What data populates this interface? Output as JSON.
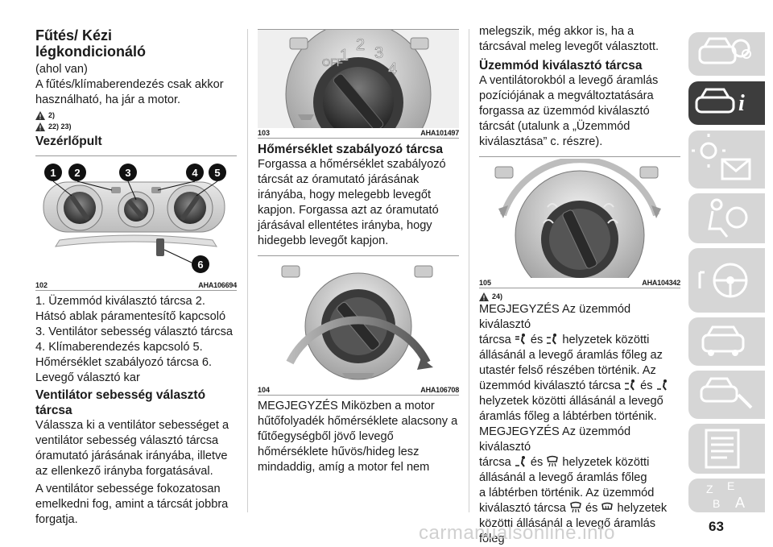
{
  "col1": {
    "title_line1": "Fűtés/ Kézi",
    "title_line2": "légkondicionáló",
    "p_ahol": "(ahol van)",
    "p_intro": "A fűtés/klímaberendezés csak akkor használható, ha jár a motor.",
    "note1": "2)",
    "note2": "22) 23)",
    "heading_vezerlo": "Vezérlőpult",
    "fig102": {
      "num": "102",
      "code": "AHA106694",
      "callouts": [
        "1",
        "2",
        "3",
        "4",
        "5",
        "6"
      ]
    },
    "legend": [
      "1. Üzemmód kiválasztó tárcsa 2.",
      "Hátsó ablak páramentesítő kapcsoló",
      "3. Ventilátor sebesség választó tárcsa",
      "4. Klímaberendezés kapcsoló 5.",
      "Hőmérséklet szabályozó tárcsa 6.",
      "Levegő választó kar"
    ],
    "heading_vent": "Ventilátor sebesség választó tárcsa",
    "p_vent1": "Válassza ki a ventilátor sebességet a ventilátor sebesség választó tárcsa óramutató járásának irányába, illetve az ellenkező irányba forgatásával.",
    "p_vent2": "A ventilátor sebessége fokozatosan emelkedni fog, amint a tárcsát jobbra forgatja."
  },
  "col2": {
    "fig103": {
      "num": "103",
      "code": "AHA101497",
      "dial_labels": [
        "OFF",
        "1",
        "2",
        "3",
        "4"
      ]
    },
    "heading_temp": "Hőmérséklet szabályozó tárcsa",
    "p_temp": "Forgassa a hőmérséklet szabályozó tárcsát az óramutató járásának irányába, hogy melegebb levegőt kapjon. Forgassa azt az óramutató járásával ellentétes irányba, hogy hidegebb levegőt kapjon.",
    "fig104": {
      "num": "104",
      "code": "AHA106708"
    },
    "p_megj": "MEGJEGYZÉS Miközben a motor hűtőfolyadék hőmérséklete alacsony a fűtőegységből jövő levegő hőmérséklete hűvös/hideg lesz mindaddig, amíg a motor fel nem"
  },
  "col3": {
    "p_cont": "melegszik, még akkor is, ha a tárcsával meleg levegőt választott.",
    "heading_mode": "Üzemmód kiválasztó tárcsa",
    "p_mode": "A ventilátorokból a levegő áramlás pozíciójának a megváltoztatására forgassa az üzemmód kiválasztó tárcsát (utalunk a „Üzemmód kiválasztása” c. részre).",
    "fig105": {
      "num": "105",
      "code": "AHA104342"
    },
    "note3": "24)",
    "lines": [
      "MEGJEGYZÉS Az üzemmód kiválasztó",
      "tárcsa",
      "és",
      "helyzetek közötti",
      "állásánál a levegő áramlás főleg az",
      "utastér felső részében történik. Az",
      "üzemmód kiválasztó tárcsa",
      "és",
      "helyzetek közötti állásánál a levegő",
      "áramlás főleg a lábtérben történik.",
      "MEGJEGYZÉS Az üzemmód kiválasztó",
      "tárcsa",
      "és",
      "helyzetek közötti",
      "állásánál a levegő áramlás főleg",
      "a lábtérben történik. Az üzemmód",
      "kiválasztó tárcsa",
      "és",
      "helyzetek",
      "közötti állásánál a levegő áramlás főleg"
    ]
  },
  "page_number": "63",
  "watermark": "carmanualsonline.info",
  "sidebar_tabs": [
    "car-info",
    "car-info-active",
    "warning-lights",
    "airbag",
    "steering",
    "car-front",
    "car-service",
    "technical-data",
    "index"
  ],
  "colors": {
    "accent_dark": "#3d3d3d",
    "tab_grey": "#d6d6d6"
  }
}
